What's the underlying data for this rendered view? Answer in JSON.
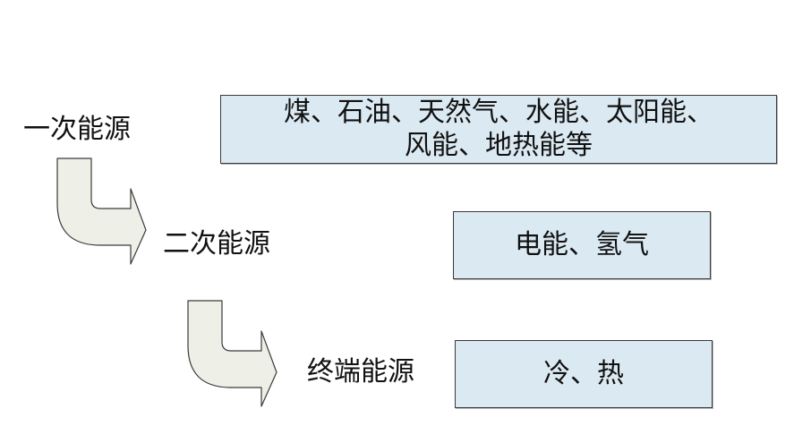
{
  "levels": {
    "primary": {
      "label": "一次能源",
      "examples_line1": "煤、石油、天然气、水能、太阳能、",
      "examples_line2": "风能、地热能等"
    },
    "secondary": {
      "label": "二次能源",
      "examples": "电能、氢气"
    },
    "terminal": {
      "label": "终端能源",
      "examples": "冷、热"
    }
  },
  "colors": {
    "box_fill": "#dbe9f2",
    "arrow_fill": "#eeefe6",
    "stroke": "#3a3a3a"
  },
  "icons": [
    "curved-down-right-arrow-icon",
    "curved-down-right-arrow-icon"
  ]
}
